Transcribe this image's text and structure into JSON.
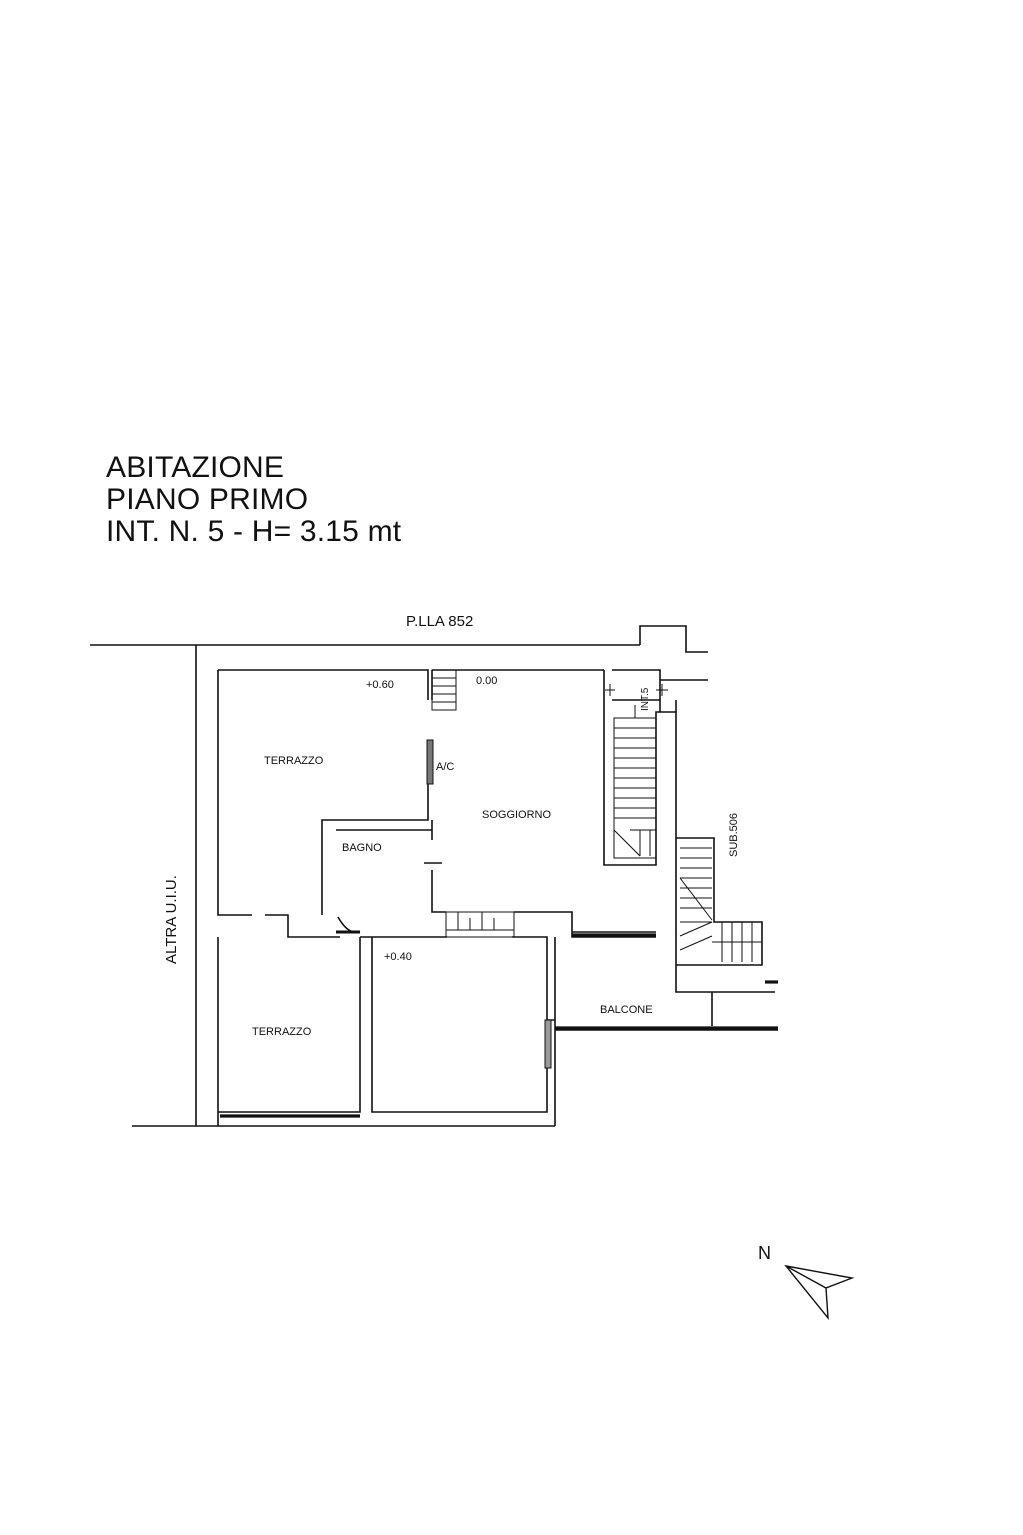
{
  "title": {
    "line1": "ABITAZIONE",
    "line2": "PIANO PRIMO",
    "line3": "INT. N. 5 - H= 3.15 mt"
  },
  "labels": {
    "plla": "P.LLA 852",
    "altra_uiu": "ALTRA U.I.U.",
    "terrazzo_top": "TERRAZZO",
    "terrazzo_bottom": "TERRAZZO",
    "bagno": "BAGNO",
    "soggiorno": "SOGGIORNO",
    "ac": "A/C",
    "balcone": "BALCONE",
    "sub506": "SUB.506",
    "int5": "INT.5",
    "level_060": "+0.60",
    "level_000": "0.00",
    "level_040": "+0.40",
    "north": "N"
  }
}
